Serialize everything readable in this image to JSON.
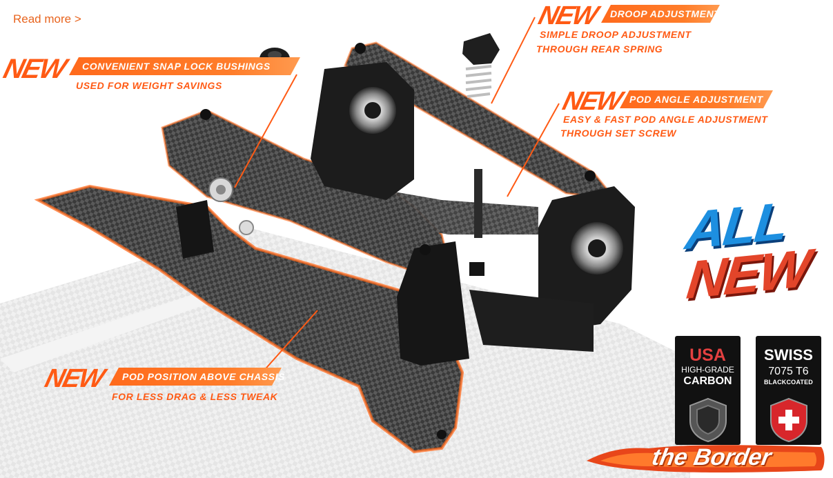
{
  "link": {
    "read_more": "Read more >"
  },
  "callouts": {
    "new_label": "NEW",
    "snap_lock": {
      "title": "CONVENIENT SNAP LOCK BUSHINGS",
      "sub": "USED FOR WEIGHT SAVINGS"
    },
    "droop": {
      "title": "DROOP ADJUSTMENT",
      "sub1": "SIMPLE DROOP ADJUSTMENT",
      "sub2": "THROUGH REAR SPRING"
    },
    "pod_angle": {
      "title": "POD ANGLE ADJUSTMENT",
      "sub1": "EASY & FAST POD ANGLE ADJUSTMENT",
      "sub2": "THROUGH SET SCREW"
    },
    "pod_position": {
      "title": "POD POSITION ABOVE CHASSIS",
      "sub": "FOR LESS DRAG & LESS TWEAK"
    }
  },
  "all_new": {
    "line1": "ALL",
    "line2": "NEW"
  },
  "badges": {
    "usa": {
      "big": "USA",
      "line1": "HIGH-GRADE",
      "line2": "CARBON"
    },
    "swiss": {
      "big": "SWISS",
      "line1": "7075 T6",
      "line2": "BLACKCOATED"
    }
  },
  "logo": {
    "text": "the Border"
  },
  "colors": {
    "accent": "#ff5a14",
    "badge_bg": "#111111",
    "all_blue": "#1d8fe0",
    "all_red": "#e3452a"
  }
}
